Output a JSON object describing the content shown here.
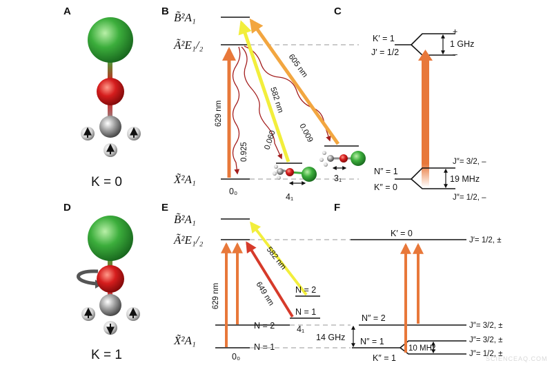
{
  "panels": {
    "A": "A",
    "B": "B",
    "C": "C",
    "D": "D",
    "E": "E",
    "F": "F"
  },
  "colors": {
    "orange": "#e8783a",
    "yellow": "#f2ee3c",
    "gold": "#f2a640",
    "red": "#d63a2a",
    "darkred": "#a31e1e",
    "green": "#3cae3c",
    "molecule_red": "#d51d1d",
    "grey": "#8f8f8f"
  },
  "panelA": {
    "k_label": "K = 0"
  },
  "panelD": {
    "k_label": "K = 1"
  },
  "panelB": {
    "state_B": "B̃²A₁",
    "state_A": "Ã²E₁/₂",
    "state_X": "X̃²A₁",
    "wl_629": "629 nm",
    "wl_582": "582 nm",
    "wl_605": "605 nm",
    "branch_0925": "0.925",
    "branch_0060": "0.060",
    "branch_0009": "0.009",
    "vib_00": "0₀",
    "vib_41": "4₁",
    "vib_31": "3₁"
  },
  "panelC": {
    "kp1": "K′ = 1",
    "jp12": "J′ = 1/2",
    "plus": "+",
    "minus": "–",
    "split_1ghz": "1 GHz",
    "npp1": "N″ = 1",
    "kpp0": "K″ = 0",
    "jpp32": "J″= 3/2, –",
    "jpp12": "J″= 1/2, –",
    "split_19mhz": "19 MHz"
  },
  "panelE": {
    "state_B": "B̃²A₁",
    "state_A": "Ã²E₁/₂",
    "state_X": "X̃²A₁",
    "wl_629": "629 nm",
    "wl_649": "649 nm",
    "wl_582": "582 nm",
    "n2_top": "N = 2",
    "n1_top": "N = 1",
    "vib_41": "4₁",
    "n2_bot": "N = 2",
    "n1_bot": "N = 1",
    "vib_00": "0₀",
    "split_14ghz": "14 GHz"
  },
  "panelF": {
    "kp0": "K′ = 0",
    "jp12": "J′= 1/2, ±",
    "npp2": "N″ = 2",
    "npp1": "N″ = 1",
    "kpp1": "K″ = 1",
    "jpp32a": "J″= 3/2, ±",
    "jpp32b": "J″= 3/2, ±",
    "jpp12": "J″= 1/2, ±",
    "split_10mhz": "10 MHz"
  },
  "watermark": "SCIENCEAQ.COM"
}
